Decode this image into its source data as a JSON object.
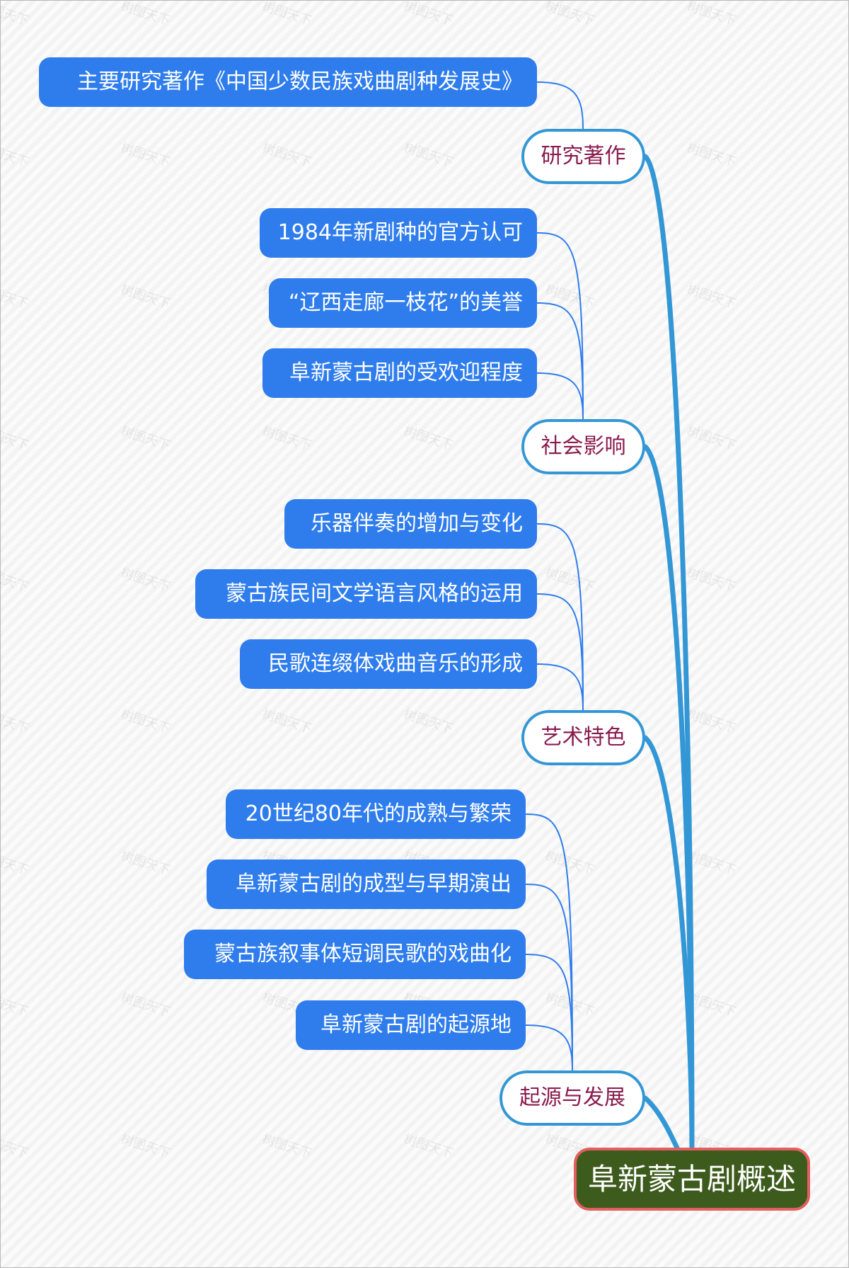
{
  "root": {
    "label": "阜新蒙古剧概述"
  },
  "colors": {
    "root_fill": "#3d5b1c",
    "root_border": "#e25f5f",
    "branch_border": "#3397d6",
    "branch_text": "#8a1b4e",
    "leaf_fill": "#2f7ded",
    "main_connector": "#3397d6",
    "leaf_connector": "#2f7ded"
  },
  "watermark_text": "树图天下",
  "branches": [
    {
      "label": "研究著作",
      "children": [
        "主要研究著作《中国少数民族戏曲剧种发展史》"
      ]
    },
    {
      "label": "社会影响",
      "children": [
        "1984年新剧种的官方认可",
        "“辽西走廊一枝花”的美誉",
        "阜新蒙古剧的受欢迎程度"
      ]
    },
    {
      "label": "艺术特色",
      "children": [
        "乐器伴奏的增加与变化",
        "蒙古族民间文学语言风格的运用",
        "民歌连缀体戏曲音乐的形成"
      ]
    },
    {
      "label": "起源与发展",
      "children": [
        "20世纪80年代的成熟与繁荣",
        "阜新蒙古剧的成型与早期演出",
        "蒙古族叙事体短调民歌的戏曲化",
        "阜新蒙古剧的起源地"
      ]
    }
  ]
}
